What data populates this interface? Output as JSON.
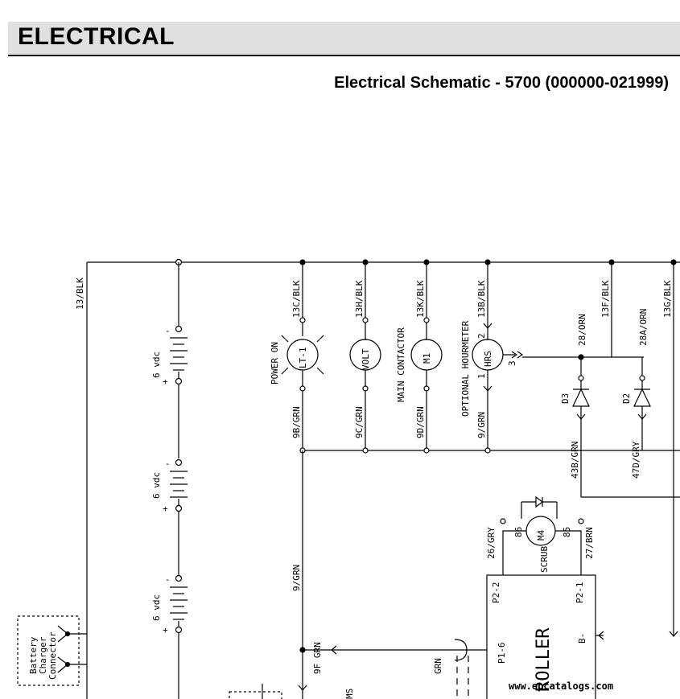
{
  "section_title": "ELECTRICAL",
  "doc_title": "Electrical Schematic - 5700 (000000-021999)",
  "wires": {
    "main": "13/BLK",
    "lt1": "13C/BLK",
    "volt": "13H/BLK",
    "m1": "13K/BLK",
    "hrs": "13B/BLK",
    "far1": "13F/BLK",
    "far2": "13G/BLK",
    "w28": "28/ORN",
    "w28a": "28A/ORN",
    "w9b": "9B/GRN",
    "w9c": "9C/GRN",
    "w9d": "9D/GRN",
    "w9": "9/GRN",
    "w9main": "9/GRN",
    "w43b": "43B/GRN",
    "w47d": "47D/GRY",
    "w26": "26/GRY",
    "w27": "27/BRN",
    "w9f": "9F GRN",
    "grn": "GRN"
  },
  "components": {
    "lt1": "LT-1",
    "volt": "VOLT",
    "m1": "M1",
    "hrs": "HRS",
    "m4": "M4",
    "d3": "D3",
    "d2": "D2"
  },
  "labels": {
    "power_on": "POWER ON",
    "main_contactor": "MAIN CONTACTOR",
    "optional_hourmeter": "OPTIONAL HOURMETER",
    "scrub": "SCRUB",
    "battery": "6 vdc",
    "battery_charger": [
      "Battery",
      "Charger",
      "Connector"
    ],
    "pin_86": "86",
    "pin_85": "85",
    "p2_2": "P2-2",
    "p2_1": "P2-1",
    "p1_6": "P1-6",
    "b_minus": "B-",
    "controller_partial": "ROLLER",
    "ms_partial": "MS",
    "hrs_pin1": "1",
    "hrs_pin2": "2",
    "hrs_pin3": "3",
    "plus": "+",
    "minus": "-"
  },
  "watermark": "www.epcatalogs.com"
}
